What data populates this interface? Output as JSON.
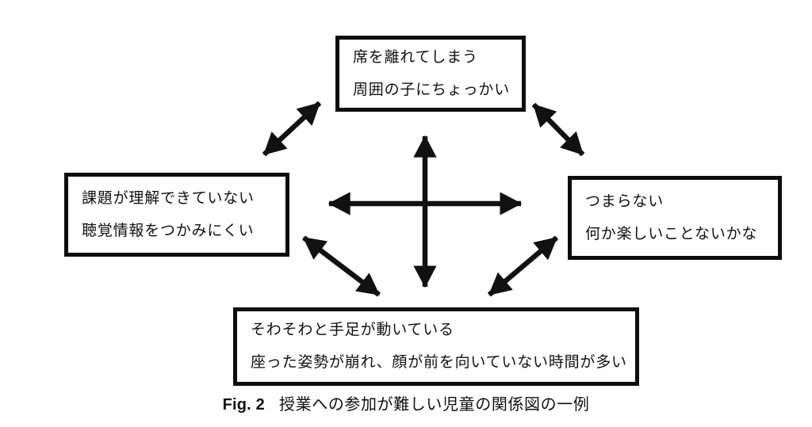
{
  "diagram": {
    "boxes": {
      "top": {
        "id": "top",
        "lines": [
          "席を離れてしまう",
          "周囲の子にちょっかい"
        ]
      },
      "left": {
        "id": "left",
        "lines": [
          "課題が理解できていない",
          "聴覚情報をつかみにくい"
        ]
      },
      "right": {
        "id": "right",
        "lines": [
          "つまらない",
          "何か楽しいことないかな"
        ]
      },
      "bottom": {
        "id": "bottom",
        "lines": [
          "そわそわと手足が動いている",
          "座った姿勢が崩れ、顔が前を向いていない時間が多い"
        ]
      }
    },
    "arrows": [
      {
        "name": "center-vertical-arrow",
        "style": "double-headed",
        "between": [
          "top",
          "bottom"
        ]
      },
      {
        "name": "center-horizontal-arrow",
        "style": "double-headed",
        "between": [
          "left",
          "right"
        ]
      },
      {
        "name": "diagonal-top-left-arrow",
        "style": "double-headed",
        "between": [
          "left",
          "top"
        ]
      },
      {
        "name": "diagonal-top-right-arrow",
        "style": "double-headed",
        "between": [
          "top",
          "right"
        ]
      },
      {
        "name": "diagonal-bottom-left-arrow",
        "style": "double-headed",
        "between": [
          "left",
          "bottom"
        ]
      },
      {
        "name": "diagonal-bottom-right-arrow",
        "style": "double-headed",
        "between": [
          "bottom",
          "right"
        ]
      }
    ],
    "caption": {
      "fig_label": "Fig. 2",
      "text": "授業への参加が難しい児童の関係図の一例"
    },
    "colors": {
      "ink": "#111111",
      "background": "#ffffff"
    }
  }
}
